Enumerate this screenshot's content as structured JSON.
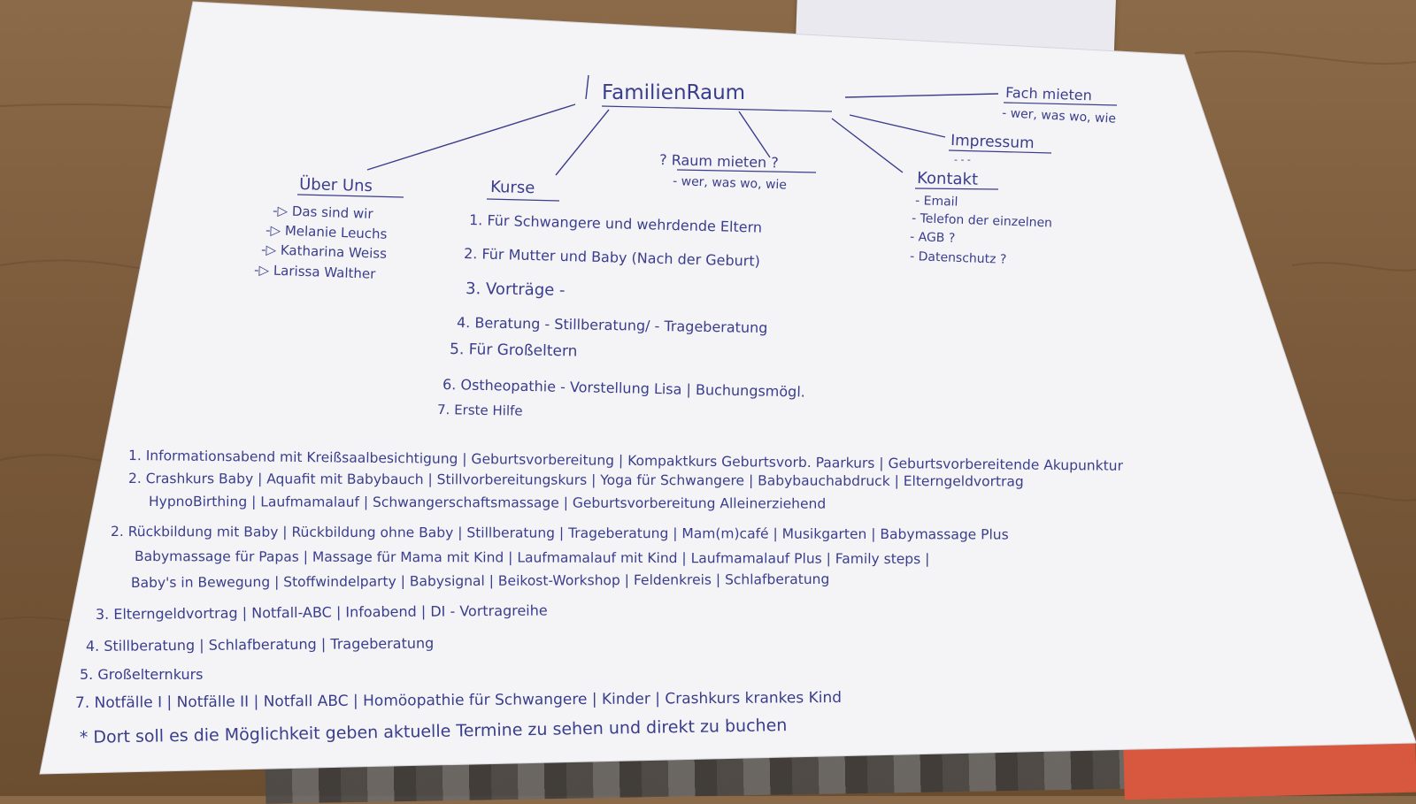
{
  "mindmap": {
    "center": "FamilienRaum",
    "branches": {
      "ueber_uns": {
        "title": "Über Uns",
        "items": [
          "-▷ Das sind wir",
          "-▷ Melanie Leuchs",
          "-▷ Katharina Weiss",
          "-▷ Larissa Walther"
        ]
      },
      "kurse": {
        "title": "Kurse",
        "items": [
          "1. Für Schwangere und wehrdende Eltern",
          "2. Für Mutter und Baby (Nach der Geburt)",
          "3. Vorträge -",
          "4. Beratung - Stillberatung/ - Trageberatung",
          "5. Für Großeltern",
          "6. Ostheopathie - Vorstellung Lisa | Buchungsmögl.",
          "7. Erste Hilfe"
        ]
      },
      "raum_mieten": {
        "title": "? Raum mieten ?",
        "sub": "- wer, was wo, wie"
      },
      "kontakt": {
        "title": "Kontakt",
        "items": [
          "- Email",
          "- Telefon der einzelnen",
          "- AGB ?",
          "- Datenschutz ?"
        ]
      },
      "impressum": {
        "title": "Impressum",
        "sub": "- - -"
      },
      "fach_mieten": {
        "title": "Fach mieten",
        "sub": "- wer, was wo, wie"
      }
    },
    "notes": [
      "1. Informationsabend mit Kreißsaalbesichtigung | Geburtsvorbereitung | Kompaktkurs Geburtsvorb. Paarkurs | Geburtsvorbereitende Akupunktur",
      "2. Crashkurs Baby | Aquafit mit Babybauch | Stillvorbereitungskurs | Yoga für Schwangere | Babybauchabdruck | Elterngeldvortrag",
      "HypnoBirthing | Laufmamalauf | Schwangerschaftsmassage | Geburtsvorbereitung Alleinerziehend",
      "2. Rückbildung mit Baby | Rückbildung ohne Baby | Stillberatung | Trageberatung | Mam(m)café | Musikgarten | Babymassage Plus",
      "Babymassage für Papas | Massage für Mama mit Kind | Laufmamalauf mit Kind | Laufmamalauf Plus | Family steps |",
      "Baby's in Bewegung | Stoffwindelparty | Babysignal | Beikost-Workshop | Feldenkreis | Schlafberatung",
      "3. Elterngeldvortrag | Notfall-ABC | Infoabend | DI - Vortragreihe",
      "4. Stillberatung | Schlafberatung | Trageberatung",
      "5. Großelternkurs",
      "7. Notfälle I | Notfälle II | Notfall ABC | Homöopathie für Schwangere | Kinder | Crashkurs krankes Kind",
      "* Dort soll es die Möglichkeit geben aktuelle Termine zu sehen und direkt zu buchen"
    ]
  },
  "colors": {
    "ink": "#3a3d8c",
    "paper": "#f4f4f7",
    "table": "#7a5a3a"
  }
}
